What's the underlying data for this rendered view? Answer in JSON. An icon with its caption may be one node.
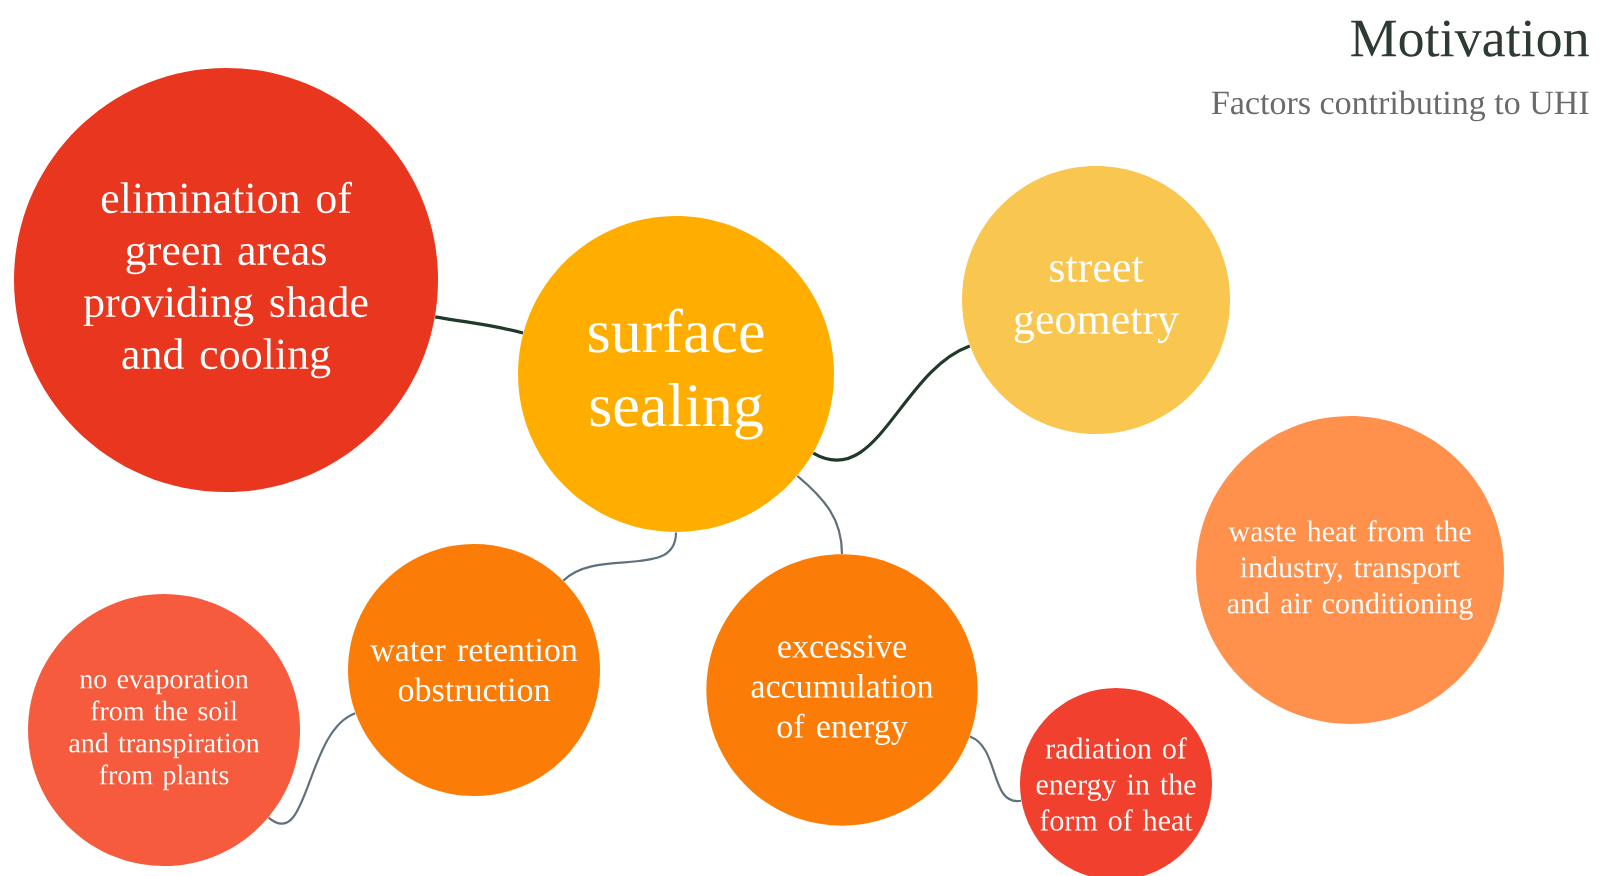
{
  "diagram": {
    "title": "Motivation",
    "nodes": [
      {
        "text": [
          "elimination of green areas providing shade and cooling"
        ]
      },
      {
        "text": [
          "surface sealing"
        ]
      },
      {
        "text": [
          "street geometry"
        ]
      },
      {
        "text": [
          "waste heat from the industry, transport and air conditioning"
        ]
      },
      {
        "text": [
          "water retention obstruction"
        ]
      },
      {
        "text": [
          "no evaporation from the soil and transpiration from plants"
        ]
      },
      {
        "text": [
          "excessive accumulation of energy"
        ]
      },
      {
        "text": [
          "radiation of energy in the form of heat"
        ]
      }
    ],
    "edges": [
      {
        "from": 0,
        "to": 1,
        "arrow": "none",
        "color": "#1f3a28"
      },
      {
        "from": 1,
        "to": 2,
        "arrow": "none",
        "color": "#1f3a28"
      },
      {
        "from": 1,
        "to": 4,
        "arrow": "none"
      },
      {
        "from": 1,
        "to": 6,
        "arrow": "none"
      },
      {
        "from": 4,
        "to": 5,
        "arrow": "none"
      },
      {
        "from": 6,
        "to": 7,
        "arrow": "none"
      }
    ],
    "labels": [
      "Factors contributing to UHI"
    ]
  }
}
